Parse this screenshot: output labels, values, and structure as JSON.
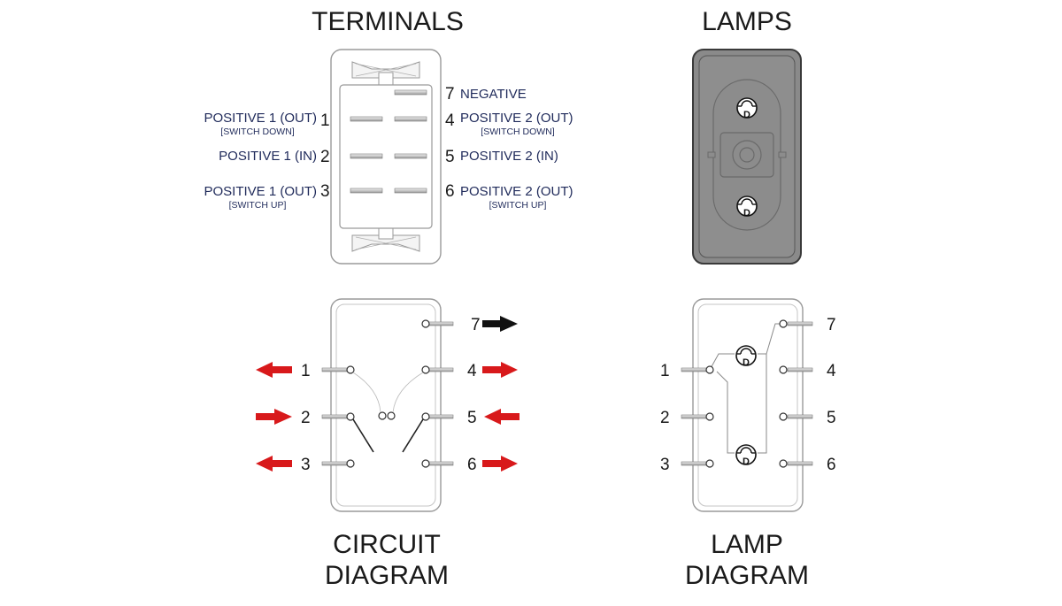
{
  "titles": {
    "terminals": "TERMINALS",
    "lamps": "LAMPS",
    "circuit_line1": "CIRCUIT",
    "circuit_line2": "DIAGRAM",
    "lamp_line1": "LAMP",
    "lamp_line2": "DIAGRAM"
  },
  "terminals": {
    "t7": {
      "num": "7",
      "label": "NEGATIVE"
    },
    "t1": {
      "num": "1",
      "label": "POSITIVE 1 (OUT)",
      "sub": "[SWITCH DOWN]"
    },
    "t2": {
      "num": "2",
      "label": "POSITIVE 1 (IN)"
    },
    "t3": {
      "num": "3",
      "label": "POSITIVE 1 (OUT)",
      "sub": "[SWITCH UP]"
    },
    "t4": {
      "num": "4",
      "label": "POSITIVE 2 (OUT)",
      "sub": "[SWITCH DOWN]"
    },
    "t5": {
      "num": "5",
      "label": "POSITIVE 2 (IN)"
    },
    "t6": {
      "num": "6",
      "label": "POSITIVE 2 (OUT)",
      "sub": "[SWITCH UP]"
    }
  },
  "lamp_glyph": "D",
  "pin_numbers": {
    "p1": "1",
    "p2": "2",
    "p3": "3",
    "p4": "4",
    "p5": "5",
    "p6": "6",
    "p7": "7"
  },
  "colors": {
    "arrow_red": "#d8191b",
    "arrow_black": "#111111",
    "text_navy": "#1f2a5a",
    "switch_gray": "#8e8e8e"
  }
}
